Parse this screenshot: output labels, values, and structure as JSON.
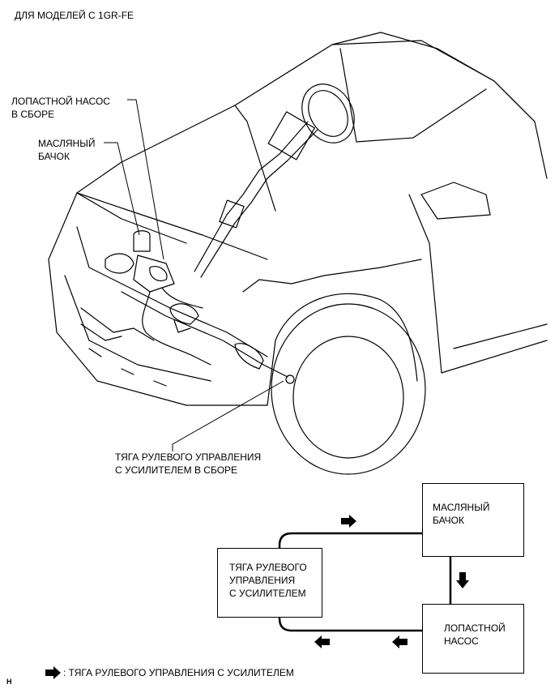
{
  "header": {
    "models_note": "ДЛЯ МОДЕЛЕЙ С 1GR-FE"
  },
  "illustration": {
    "callouts": {
      "vane_pump": {
        "line1": "ЛОПАСТНОЙ НАСОС",
        "line2": "В СБОРЕ"
      },
      "oil_reservoir": {
        "line1": "МАСЛЯНЫЙ",
        "line2": "БАЧОК"
      },
      "steering_gear": {
        "line1": "ТЯГА РУЛЕВОГО УПРАВЛЕНИЯ",
        "line2": "С УСИЛИТЕЛЕМ В СБОРЕ"
      }
    }
  },
  "flow_diagram": {
    "oil_reservoir": {
      "line1": "МАСЛЯНЫЙ",
      "line2": "БАЧОК"
    },
    "steering_gear": {
      "line1": "ТЯГА РУЛЕВОГО",
      "line2": "УПРАВЛЕНИЯ",
      "line3": "С УСИЛИТЕЛЕМ"
    },
    "vane_pump": {
      "line1": "ЛОПАСТНОЙ",
      "line2": "НАСОС"
    }
  },
  "legend": {
    "text": ": ТЯГА РУЛЕВОГО УПРАВЛЕНИЯ С УСИЛИТЕЛЕМ"
  },
  "footer": {
    "figure_code": "H"
  }
}
